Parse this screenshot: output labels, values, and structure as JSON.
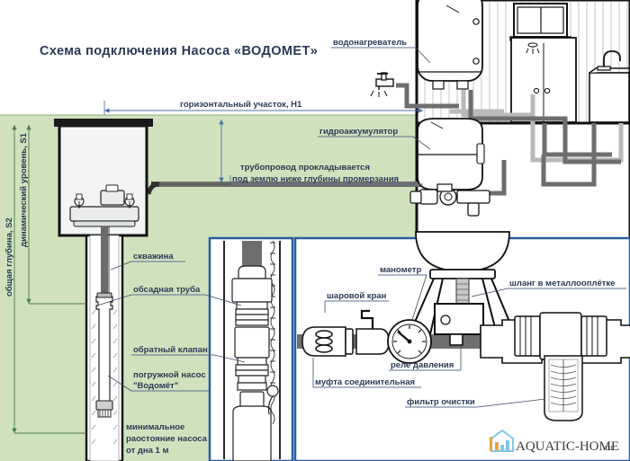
{
  "title": "Схема подключения Насоса «ВОДОМЕТ»",
  "colors": {
    "ground_green": "#cfe2bd",
    "panel_border_blue": "#2a5d9e",
    "ink": "#111111",
    "pipe_dark_gray": "#6e6e6e",
    "pipe_light_gray": "#b9b9b9",
    "label_text": "#2b3a55",
    "dimension_blue": "#4a6fa5",
    "watermark_house_blue": "#7ec8e3",
    "watermark_house_orange": "#e8a24a",
    "background": "#ffffff"
  },
  "dimensions": {
    "horizontal_run": "горизонтальный участок, H1",
    "dynamic_level": "динамический уровень, S1",
    "total_depth": "общая глубина, S2"
  },
  "labels": {
    "water_heater": "водонагреватель",
    "hydroaccumulator": "гидроаккумулятор",
    "pipeline_line1": "трубопровод прокладывается",
    "pipeline_line2": "под землю ниже глубины промерзания",
    "borehole": "скважина",
    "casing_pipe": "обсадная труба",
    "check_valve": "обратный клапан",
    "submersible_pump_line1": "погружной насос",
    "submersible_pump_line2": "\"Водомёт\"",
    "min_distance_line1": "минимальное",
    "min_distance_line2": "раостояние насоса",
    "min_distance_line3": "от дна 1 м"
  },
  "detail_panel": {
    "manometer": "манометр",
    "ball_valve": "шаровой кран",
    "hose_in_metal_braid": "шланг в металлооплётке",
    "pressure_relay": "реле давления",
    "connecting_coupling": "муфта соединительная",
    "cleaning_filter": "фильтр очистки"
  },
  "watermark": {
    "main": "AQUATIC-HOME",
    "suffix": ".ru",
    "icon": "house-icon"
  }
}
